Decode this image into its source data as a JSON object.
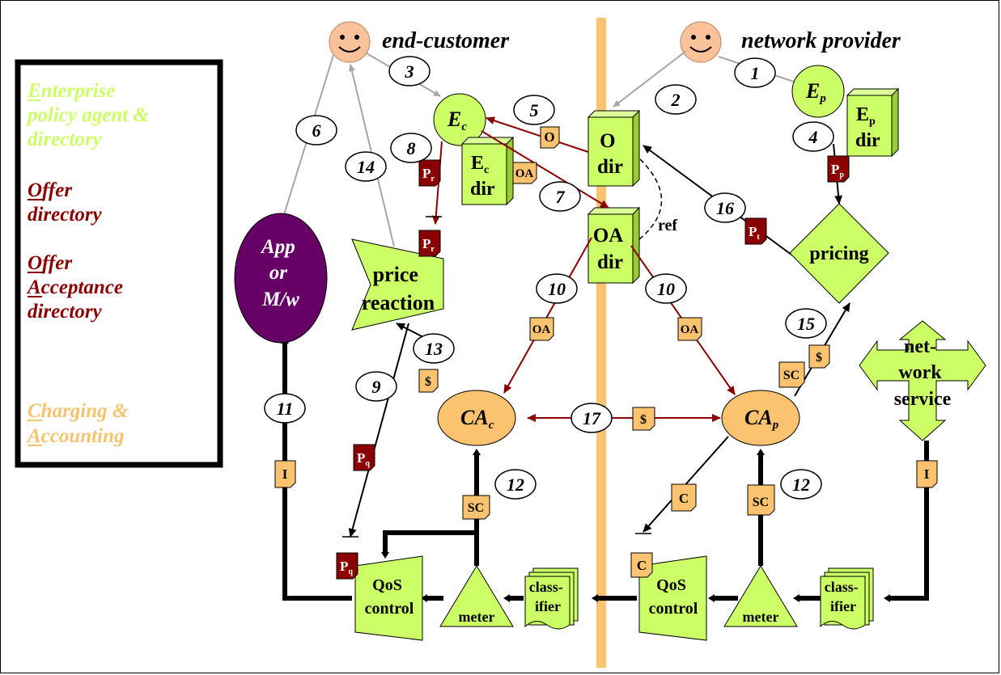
{
  "colors": {
    "green": "#ccff66",
    "green_text": "#ccff66",
    "dark_red": "#8b0000",
    "orange": "#fbc36f",
    "orange_text": "#f6c36f",
    "purple": "#660066",
    "face": "#f9c29a",
    "bar": "#f9c36f",
    "arrow_gray": "#a6a6a6"
  },
  "legend": {
    "enterprise": [
      "Enterprise",
      "policy agent &",
      "directory"
    ],
    "offer": [
      "Offer",
      "directory"
    ],
    "offer_acceptance": [
      "Offer",
      "Acceptance",
      "directory"
    ],
    "charging": [
      "Charging &",
      "Accounting"
    ]
  },
  "actors": {
    "end_customer": "end-customer",
    "network_provider": "network provider"
  },
  "nodes": {
    "ec_main": "E",
    "ec_sub": "c",
    "ep_main": "E",
    "ep_sub": "p",
    "ec_dir_main": "E",
    "ec_dir_sub": "c",
    "ec_dir_word": "dir",
    "ep_dir_main": "E",
    "ep_dir_sub": "p",
    "ep_dir_word": "dir",
    "o_dir": [
      "O",
      "dir"
    ],
    "oa_dir": [
      "OA",
      "dir"
    ],
    "ref": "ref",
    "pricing": "pricing",
    "price_reaction": [
      "price",
      "reaction"
    ],
    "app": [
      "App",
      "or",
      "M/w"
    ],
    "network_service": [
      "net-",
      "work",
      "service"
    ],
    "cac_main": "CA",
    "cac_sub": "c",
    "cap_main": "CA",
    "cap_sub": "p",
    "qos_left": [
      "QoS",
      "control"
    ],
    "qos_right": [
      "QoS",
      "control"
    ],
    "meter_left": "meter",
    "meter_right": "meter",
    "classifier_left": [
      "class-",
      "ifier"
    ],
    "classifier_right": [
      "class-",
      "ifier"
    ]
  },
  "steps": [
    "1",
    "2",
    "3",
    "4",
    "5",
    "6",
    "7",
    "8",
    "9",
    "10",
    "10",
    "11",
    "12",
    "12",
    "13",
    "14",
    "15",
    "16",
    "17"
  ],
  "docs": {
    "o": "O",
    "oa": "OA",
    "dollar": "$",
    "sc": "SC",
    "c": "C",
    "i": "I",
    "p": "P",
    "sub_r": "r",
    "sub_p": "p",
    "sub_q": "q",
    "sub_t": "t"
  }
}
